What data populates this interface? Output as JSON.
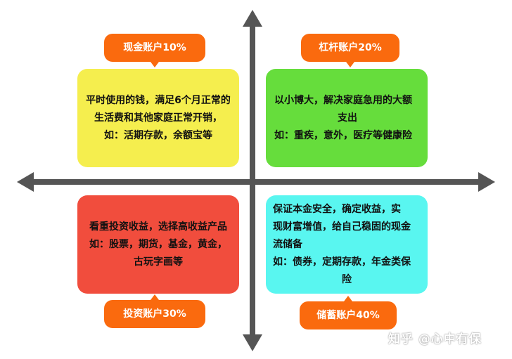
{
  "quadrants": {
    "cash": {
      "label": "现金账户10%",
      "lines": [
        "平时使用的钱，满足6个月正常的",
        "生活费和其他家庭正常开销，",
        "如：活期存款，余额宝等"
      ],
      "color": "#f5ee4e"
    },
    "leverage": {
      "label": "杠杆账户20%",
      "lines": [
        "以小博大，解决家庭急用的大额",
        "支出",
        "如：重疾，意外，医疗等健康险"
      ],
      "color": "#66dd3c"
    },
    "investment": {
      "label": "投资账户30%",
      "lines": [
        "看重投资收益，选择高收益产品",
        "如：股票，期货，基金，黄金，",
        "古玩字画等"
      ],
      "color": "#f14d3d"
    },
    "savings": {
      "label": "储蓄账户40%",
      "lines": [
        "保证本金安全，确定收益，实",
        "现财富增值，给自己稳固的现金",
        "流储备",
        "如：债券，定期存款，年金类保",
        "险"
      ],
      "color": "#59f6f0"
    }
  },
  "tag_color": "#fa6a0e",
  "axis_color": "#555555",
  "watermark": "知乎 @心中有保"
}
